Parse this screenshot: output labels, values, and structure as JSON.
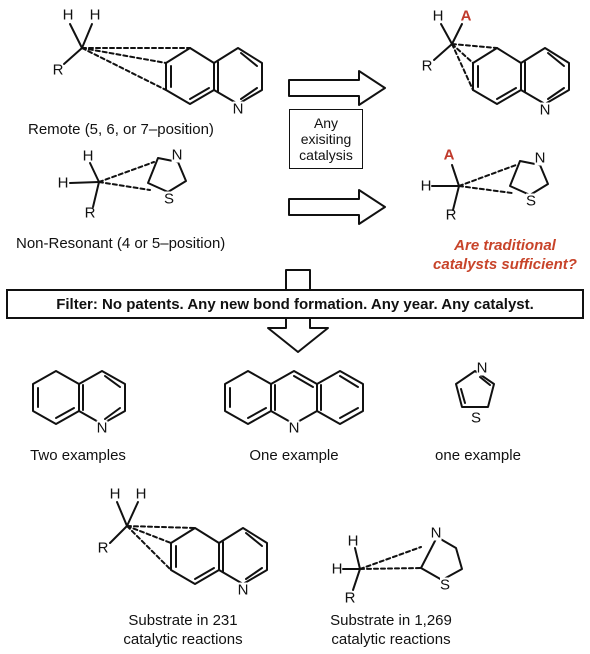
{
  "atoms": {
    "H": "H",
    "R": "R",
    "N": "N",
    "S": "S",
    "A": "A"
  },
  "labels": {
    "remote": "Remote (5, 6, or 7–position)",
    "non_resonant": "Non-Resonant (4 or 5–position)",
    "question_line1": "Are traditional",
    "question_line2": "catalysts sufficient?",
    "catalysis_box": [
      "Any",
      "exisiting",
      "catalysis"
    ],
    "filter": "Filter: No patents. Any new bond formation. Any year. Any catalyst.",
    "quinoline_examples": "Two examples",
    "acridine_examples": "One example",
    "thiazole_examples": "one example",
    "quinoline_substrate_line1": "Substrate in 231",
    "quinoline_substrate_line2": "catalytic reactions",
    "thiazole_substrate_line1": "Substrate in 1,269",
    "thiazole_substrate_line2": "catalytic reactions"
  },
  "colors": {
    "accent": "#c8442a",
    "line": "#111111"
  }
}
